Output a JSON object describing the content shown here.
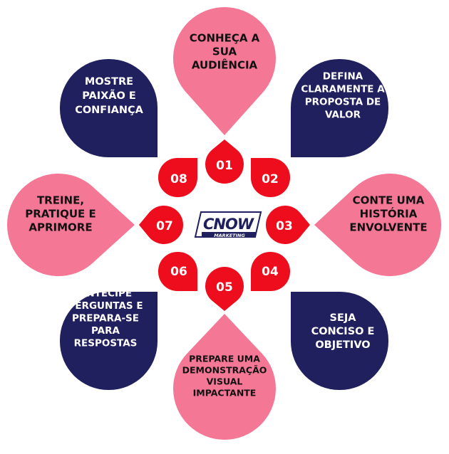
{
  "colors": {
    "pink": "#F47795",
    "navy": "#21205E",
    "red": "#EE0D1C",
    "text_dark": "#111111",
    "text_light": "#ffffff"
  },
  "logo": {
    "text": "CNOW",
    "subtext": "MARKETING",
    "icon": "cnow-marketing-logo"
  },
  "steps": [
    {
      "number": "01",
      "lines": [
        "CONHEÇA A",
        "SUA",
        "AUDIÊNCIA"
      ]
    },
    {
      "number": "02",
      "lines": [
        "DEFINA",
        "CLARAMENTE A",
        "PROPOSTA DE",
        "VALOR"
      ]
    },
    {
      "number": "03",
      "lines": [
        "CONTE UMA",
        "HISTÓRIA",
        "ENVOLVENTE"
      ]
    },
    {
      "number": "04",
      "lines": [
        "SEJA",
        "CONCISO E",
        "OBJETIVO"
      ]
    },
    {
      "number": "05",
      "lines": [
        "PREPARE UMA",
        "DEMONSTRAÇÃO",
        "VISUAL",
        "IMPACTANTE"
      ]
    },
    {
      "number": "06",
      "lines": [
        "ANTECIPE",
        "PERGUNTAS E",
        "PREPARA-SE",
        "PARA",
        "RESPOSTAS"
      ]
    },
    {
      "number": "07",
      "lines": [
        "TREINE,",
        "PRATIQUE E",
        "APRIMORE"
      ]
    },
    {
      "number": "08",
      "lines": [
        "MOSTRE",
        "PAIXÃO E",
        "CONFIANÇA"
      ]
    }
  ]
}
